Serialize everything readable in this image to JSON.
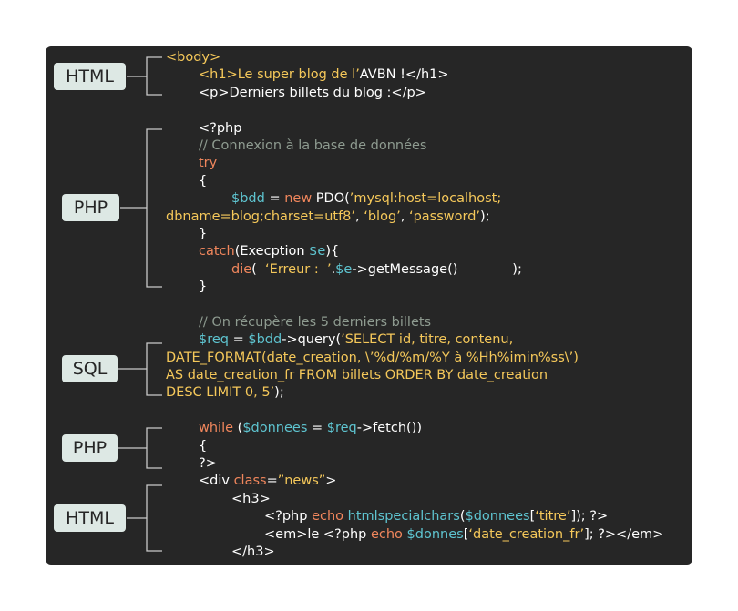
{
  "colors": {
    "background": "#262626",
    "badge": "#dde8e4",
    "plain": "#ffffff",
    "string": "#f5c85a",
    "keyword": "#f0865c",
    "variable": "#5ec4d0",
    "comment": "#8e9b90"
  },
  "sections": [
    {
      "label": "HTML"
    },
    {
      "label": "PHP"
    },
    {
      "label": "SQL"
    },
    {
      "label": "PHP"
    },
    {
      "label": "HTML"
    }
  ],
  "lines": [
    {
      "indent": 0,
      "tokens": [
        [
          "<body>",
          "yellow"
        ]
      ]
    },
    {
      "indent": 1,
      "tokens": [
        [
          "<h1>Le super blog de l’",
          "yellow"
        ],
        [
          "AVBN !</h1>",
          "white"
        ]
      ]
    },
    {
      "indent": 1,
      "tokens": [
        [
          "<p>Derniers billets du blog :</p>",
          "white"
        ]
      ]
    },
    {
      "indent": 0,
      "tokens": []
    },
    {
      "indent": 1,
      "tokens": [
        [
          "<?php",
          "white"
        ]
      ]
    },
    {
      "indent": 1,
      "tokens": [
        [
          "// Connexion à la base de données",
          "gray"
        ]
      ]
    },
    {
      "indent": 1,
      "tokens": [
        [
          "try",
          "orange"
        ]
      ]
    },
    {
      "indent": 1,
      "tokens": [
        [
          "{",
          "white"
        ]
      ]
    },
    {
      "indent": 2,
      "tokens": [
        [
          "$bdd",
          "teal"
        ],
        [
          " = ",
          "white"
        ],
        [
          "new",
          "orange"
        ],
        [
          " PDO(",
          "white"
        ],
        [
          "’mysql:host=localhost;",
          "yellow"
        ]
      ]
    },
    {
      "indent": 0,
      "tokens": [
        [
          "dbname=blog;charset=utf8’",
          "yellow"
        ],
        [
          ", ",
          "white"
        ],
        [
          "‘blog’",
          "yellow"
        ],
        [
          ", ",
          "white"
        ],
        [
          "‘password’",
          "yellow"
        ],
        [
          ");",
          "white"
        ]
      ]
    },
    {
      "indent": 1,
      "tokens": [
        [
          "}",
          "white"
        ]
      ]
    },
    {
      "indent": 1,
      "tokens": [
        [
          "catch",
          "orange"
        ],
        [
          "(Execption ",
          "white"
        ],
        [
          "$e",
          "teal"
        ],
        [
          "){",
          "white"
        ]
      ]
    },
    {
      "indent": 2,
      "tokens": [
        [
          "die",
          "orange"
        ],
        [
          "(  ",
          "white"
        ],
        [
          "‘Erreur :  ’",
          "yellow"
        ],
        [
          ".",
          "white"
        ],
        [
          "$e",
          "teal"
        ],
        [
          "->getMessage()             );",
          "white"
        ]
      ]
    },
    {
      "indent": 1,
      "tokens": [
        [
          "}",
          "white"
        ]
      ]
    },
    {
      "indent": 0,
      "tokens": []
    },
    {
      "indent": 1,
      "tokens": [
        [
          "// On récupère les 5 derniers billets",
          "gray"
        ]
      ]
    },
    {
      "indent": 1,
      "tokens": [
        [
          "$req",
          "teal"
        ],
        [
          " = ",
          "white"
        ],
        [
          "$bdd",
          "teal"
        ],
        [
          "->query(",
          "white"
        ],
        [
          "’SELECT id, titre, contenu,",
          "yellow"
        ]
      ]
    },
    {
      "indent": 0,
      "tokens": [
        [
          "DATE_FORMAT(date_creation, \\’%d/%m/%Y à %Hh%imin%ss\\’)",
          "yellow"
        ]
      ]
    },
    {
      "indent": 0,
      "tokens": [
        [
          "AS date_creation_fr FROM billets ORDER BY date_creation",
          "yellow"
        ]
      ]
    },
    {
      "indent": 0,
      "tokens": [
        [
          "DESC LIMIT 0, 5’",
          "yellow"
        ],
        [
          ");",
          "white"
        ]
      ]
    },
    {
      "indent": 0,
      "tokens": []
    },
    {
      "indent": 1,
      "tokens": [
        [
          "while",
          "orange"
        ],
        [
          " (",
          "white"
        ],
        [
          "$donnees",
          "teal"
        ],
        [
          " = ",
          "white"
        ],
        [
          "$req",
          "teal"
        ],
        [
          "->fetch())",
          "white"
        ]
      ]
    },
    {
      "indent": 1,
      "tokens": [
        [
          "{",
          "white"
        ]
      ]
    },
    {
      "indent": 1,
      "tokens": [
        [
          "?>",
          "white"
        ]
      ]
    },
    {
      "indent": 1,
      "tokens": [
        [
          "<div ",
          "white"
        ],
        [
          "class",
          "orange"
        ],
        [
          "=",
          "white"
        ],
        [
          "”news”",
          "yellow"
        ],
        [
          ">",
          "white"
        ]
      ]
    },
    {
      "indent": 2,
      "tokens": [
        [
          "<h3>",
          "white"
        ]
      ]
    },
    {
      "indent": 3,
      "tokens": [
        [
          "<?php ",
          "white"
        ],
        [
          "echo",
          "orange"
        ],
        [
          " ",
          "white"
        ],
        [
          "htmlspecialchars",
          "teal"
        ],
        [
          "(",
          "white"
        ],
        [
          "$donnees",
          "teal"
        ],
        [
          "[",
          "white"
        ],
        [
          "‘titre’",
          "yellow"
        ],
        [
          "]); ?>",
          "white"
        ]
      ]
    },
    {
      "indent": 3,
      "tokens": [
        [
          "<em>le <?php ",
          "white"
        ],
        [
          "echo",
          "orange"
        ],
        [
          " ",
          "white"
        ],
        [
          "$donnes",
          "teal"
        ],
        [
          "[",
          "white"
        ],
        [
          "‘date_creation_fr’",
          "yellow"
        ],
        [
          "]; ?></em>",
          "white"
        ]
      ]
    },
    {
      "indent": 2,
      "tokens": [
        [
          "</h3>",
          "white"
        ]
      ]
    }
  ]
}
